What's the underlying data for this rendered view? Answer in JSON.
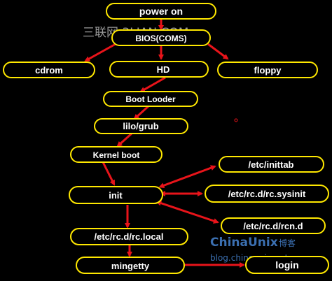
{
  "watermarks": {
    "top": "三联网 3LIAN.COM",
    "brand": "ChinaUnix",
    "brand_suffix": "博客",
    "url": "blog.chinaunix.net"
  },
  "colors": {
    "background": "#000000",
    "node_border": "#ffe800",
    "node_text": "#ffffff",
    "arrow": "#e8141a"
  },
  "nodes": {
    "power_on": "power on",
    "bios": "BIOS(COMS)",
    "cdrom": "cdrom",
    "hd": "HD",
    "floppy": "floppy",
    "boot_loader": "Boot Looder",
    "lilo_grub": "lilo/grub",
    "kernel_boot": "Kernel boot",
    "init": "init",
    "inittab": "/etc/inittab",
    "rc_sysinit": "/etc/rc.d/rc.sysinit",
    "rcn_d": "/etc/rc.d/rcn.d",
    "rc_local": "/etc/rc.d/rc.local",
    "mingetty": "mingetty",
    "login": "login"
  },
  "edges": [
    {
      "from": "power_on",
      "to": "bios"
    },
    {
      "from": "bios",
      "to": "cdrom"
    },
    {
      "from": "bios",
      "to": "hd"
    },
    {
      "from": "bios",
      "to": "floppy"
    },
    {
      "from": "hd",
      "to": "boot_loader"
    },
    {
      "from": "boot_loader",
      "to": "lilo_grub"
    },
    {
      "from": "lilo_grub",
      "to": "kernel_boot"
    },
    {
      "from": "kernel_boot",
      "to": "init"
    },
    {
      "from": "init",
      "to": "inittab",
      "bidirectional": true
    },
    {
      "from": "init",
      "to": "rc_sysinit",
      "bidirectional": true
    },
    {
      "from": "init",
      "to": "rcn_d",
      "bidirectional": true
    },
    {
      "from": "init",
      "to": "rc_local"
    },
    {
      "from": "rc_local",
      "to": "mingetty"
    },
    {
      "from": "mingetty",
      "to": "login"
    }
  ]
}
